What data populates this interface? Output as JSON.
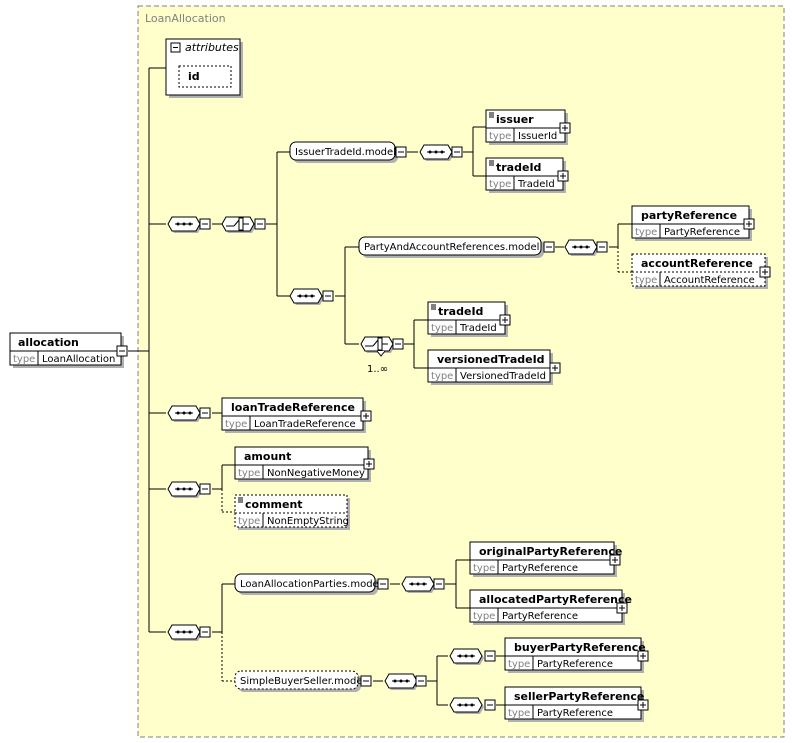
{
  "complex_type": {
    "name": "LoanAllocation"
  },
  "root": {
    "name": "allocation",
    "type_label": "type",
    "type": "LoanAllocation"
  },
  "attributes": {
    "label": "attributes",
    "items": [
      "id"
    ]
  },
  "groups": {
    "issuer_trade_id": "IssuerTradeId.model",
    "party_and_account": "PartyAndAccountReferences.model",
    "loan_allocation_parties": "LoanAllocationParties.model",
    "simple_buyer_seller": "SimpleBuyerSeller.model"
  },
  "cardinality": {
    "choice_trade_ids": "1..∞"
  },
  "elements": {
    "issuer": {
      "name": "issuer",
      "type_label": "type",
      "type": "IssuerId"
    },
    "trade_id_1": {
      "name": "tradeId",
      "type_label": "type",
      "type": "TradeId"
    },
    "party_reference": {
      "name": "partyReference",
      "type_label": "type",
      "type": "PartyReference"
    },
    "account_reference": {
      "name": "accountReference",
      "type_label": "type",
      "type": "AccountReference"
    },
    "trade_id_2": {
      "name": "tradeId",
      "type_label": "type",
      "type": "TradeId"
    },
    "versioned_trade_id": {
      "name": "versionedTradeId",
      "type_label": "type",
      "type": "VersionedTradeId"
    },
    "loan_trade_reference": {
      "name": "loanTradeReference",
      "type_label": "type",
      "type": "LoanTradeReference"
    },
    "amount": {
      "name": "amount",
      "type_label": "type",
      "type": "NonNegativeMoney"
    },
    "comment": {
      "name": "comment",
      "type_label": "type",
      "type": "NonEmptyString"
    },
    "original_party_reference": {
      "name": "originalPartyReference",
      "type_label": "type",
      "type": "PartyReference"
    },
    "allocated_party_reference": {
      "name": "allocatedPartyReference",
      "type_label": "type",
      "type": "PartyReference"
    },
    "buyer_party_reference": {
      "name": "buyerPartyReference",
      "type_label": "type",
      "type": "PartyReference"
    },
    "seller_party_reference": {
      "name": "sellerPartyReference",
      "type_label": "type",
      "type": "PartyReference"
    }
  },
  "colors": {
    "panel_bg": "#FFFFCC",
    "panel_border": "#808080",
    "box_bg": "#FFFFFF",
    "shadow": "#B0B0B0",
    "title": "#808080"
  }
}
